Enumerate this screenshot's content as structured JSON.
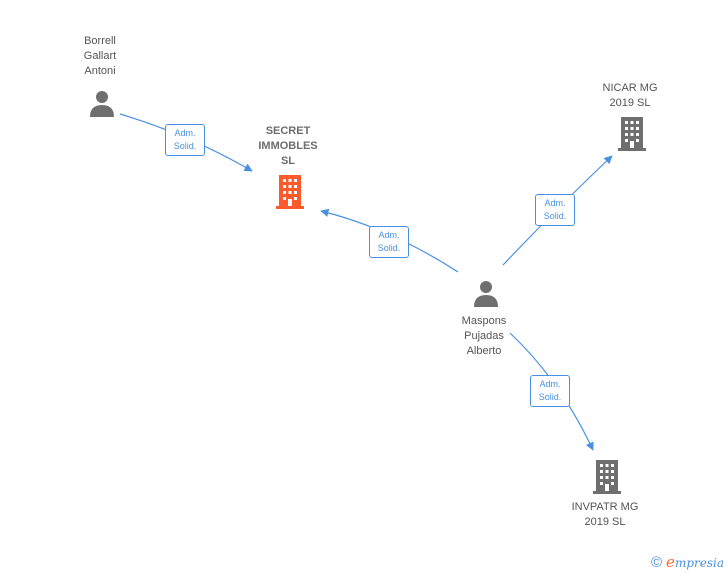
{
  "nodes": {
    "borrell": {
      "label": "Borrell\nGallart\nAntoni",
      "type": "person",
      "icon": "person-icon"
    },
    "secret": {
      "label": "SECRET\nIMMOBLES\nSL",
      "type": "company",
      "icon": "building-icon",
      "color": "#ff5a2c"
    },
    "nicar": {
      "label": "NICAR MG\n2019  SL",
      "type": "company",
      "icon": "building-icon",
      "color": "#6f6f6f"
    },
    "maspons": {
      "label": "Maspons\nPujadas\nAlberto",
      "type": "person",
      "icon": "person-icon"
    },
    "invpatr": {
      "label": "INVPATR MG\n2019  SL",
      "type": "company",
      "icon": "building-icon",
      "color": "#6f6f6f"
    }
  },
  "edges": [
    {
      "from": "borrell",
      "to": "secret",
      "label": "Adm.\nSolid."
    },
    {
      "from": "maspons",
      "to": "secret",
      "label": "Adm.\nSolid."
    },
    {
      "from": "maspons",
      "to": "nicar",
      "label": "Adm.\nSolid."
    },
    {
      "from": "maspons",
      "to": "invpatr",
      "label": "Adm.\nSolid."
    }
  ],
  "colors": {
    "edge": "#4a90e2",
    "person": "#6f6f6f",
    "highlight": "#ff5a2c"
  },
  "footer": {
    "copyright": "©",
    "brand_initial": "e",
    "brand_rest": "mpresia"
  }
}
